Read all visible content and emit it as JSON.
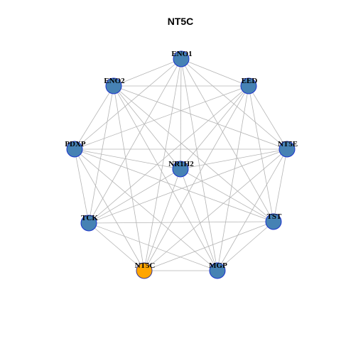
{
  "title": "NT5C",
  "colors": {
    "background": "#ffffff",
    "edge": "#b4b4b4",
    "node_fill": "#4682b4",
    "node_border": "#1a33cc",
    "highlight_fill": "#ffa500",
    "highlight_border": "#3a3a9a"
  },
  "nodes": [
    {
      "id": "ENO1",
      "label": "ENO1",
      "highlight": false
    },
    {
      "id": "EED",
      "label": "EED",
      "highlight": false
    },
    {
      "id": "NT5E",
      "label": "NT5E",
      "highlight": false
    },
    {
      "id": "TST",
      "label": "TST",
      "highlight": false
    },
    {
      "id": "MGP",
      "label": "MGP",
      "highlight": false
    },
    {
      "id": "NT5C",
      "label": "NT5C",
      "highlight": true
    },
    {
      "id": "TCK",
      "label": "TCK",
      "highlight": false
    },
    {
      "id": "PDXP",
      "label": "PDXP",
      "highlight": false
    },
    {
      "id": "ENO2",
      "label": "ENO2",
      "highlight": false
    },
    {
      "id": "NR1H2",
      "label": "NR1H2",
      "highlight": false
    }
  ],
  "edges": "complete"
}
